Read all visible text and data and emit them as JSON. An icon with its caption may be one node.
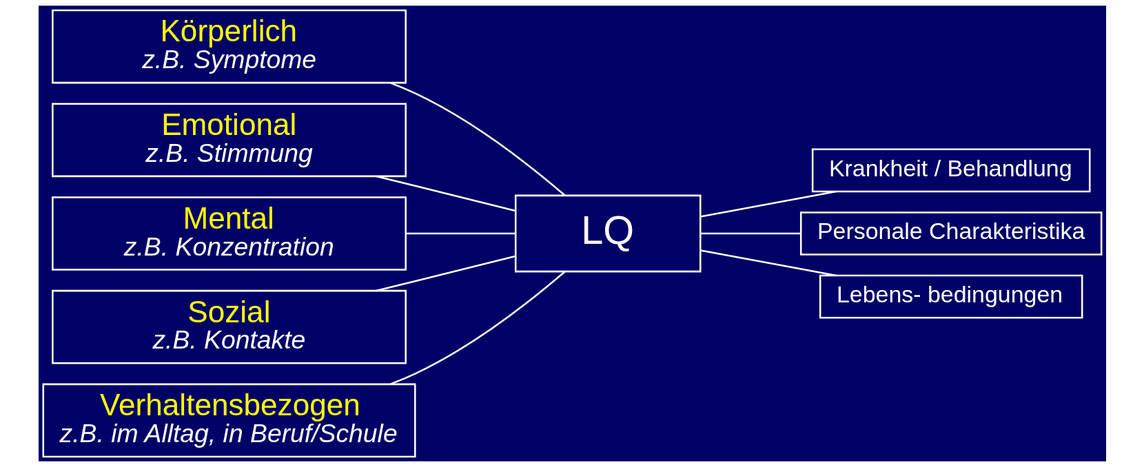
{
  "diagram": {
    "nodes": [
      {
        "text": [
          "Körperlich",
          "z.B. Symptome"
        ]
      },
      {
        "text": [
          "Emotional",
          "z.B. Stimmung"
        ]
      },
      {
        "text": [
          "Mental",
          "z.B. Konzentration"
        ]
      },
      {
        "text": [
          "Sozial",
          "z.B. Kontakte"
        ]
      },
      {
        "text": [
          "Verhaltensbezogen",
          "z.B. im Alltag, in Beruf/Schule"
        ]
      },
      {
        "text": [
          "LQ"
        ]
      },
      {
        "text": [
          "Krankheit / Behandlung"
        ]
      },
      {
        "text": [
          "Personale Charakteristika"
        ]
      },
      {
        "text": [
          "Lebens- bedingungen"
        ]
      }
    ],
    "edges": [
      {
        "from": 0,
        "to": 5,
        "arrow": "none"
      },
      {
        "from": 1,
        "to": 5,
        "arrow": "none"
      },
      {
        "from": 2,
        "to": 5,
        "arrow": "none"
      },
      {
        "from": 3,
        "to": 5,
        "arrow": "none"
      },
      {
        "from": 4,
        "to": 5,
        "arrow": "none"
      },
      {
        "from": 5,
        "to": 6,
        "arrow": "none"
      },
      {
        "from": 5,
        "to": 7,
        "arrow": "none"
      },
      {
        "from": 5,
        "to": 8,
        "arrow": "none"
      }
    ]
  }
}
